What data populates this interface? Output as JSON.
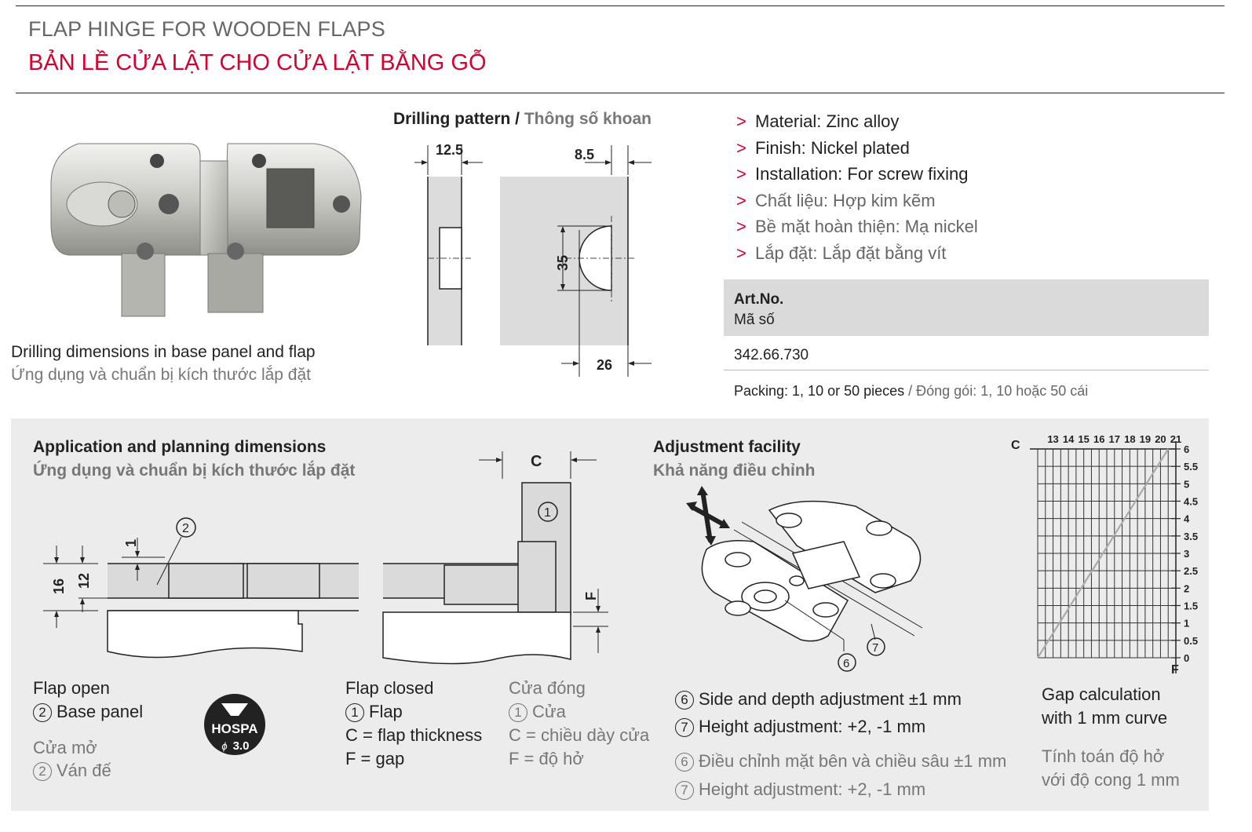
{
  "header": {
    "title_en": "FLAP HINGE FOR WOODEN FLAPS",
    "title_vi": "BẢN LỀ CỬA LẬT CHO CỬA LẬT BẰNG GỖ"
  },
  "product": {
    "caption_en": "Drilling dimensions in base panel and flap",
    "caption_vi": "Ứng dụng và chuẩn bị kích thước lắp đặt"
  },
  "drilling": {
    "heading_en": "Drilling pattern /",
    "heading_vi": "Thông số khoan",
    "dim_12_5": "12.5",
    "dim_8_5": "8.5",
    "dim_35": "35",
    "dim_26": "26"
  },
  "specs": {
    "items_en": [
      "Material: Zinc alloy",
      "Finish: Nickel plated",
      "Installation: For screw fixing"
    ],
    "items_vi": [
      "Chất liệu: Hợp kim kẽm",
      "Bề mặt hoàn thiện: Mạ nickel",
      "Lắp đặt: Lắp đặt bằng vít"
    ],
    "arrow": ">"
  },
  "article": {
    "label_en": "Art.No.",
    "label_vi": "Mã số",
    "number": "342.66.730",
    "packing_en": "Packing: 1, 10 or 50 pieces",
    "packing_vi": " / Đóng gói: 1, 10 hoặc 50 cái"
  },
  "application": {
    "heading_en": "Application and planning dimensions",
    "heading_vi": "Ứng dụng và chuẩn bị kích thước lắp đặt",
    "dim_1": "1",
    "dim_12": "12",
    "dim_16": "16",
    "dim_c": "C",
    "dim_f": "F",
    "num_1": "1",
    "num_2": "2",
    "open_en": "Flap open",
    "base_panel_en": "Base panel",
    "open_vi": "Cửa mở",
    "base_panel_vi": "Ván đế",
    "closed_en": "Flap closed",
    "flap_en": "Flap",
    "c_en": "C = flap thickness",
    "f_en": "F = gap",
    "closed_vi": "Cửa đóng",
    "flap_vi": "Cửa",
    "c_vi": "C = chiều dày cửa",
    "f_vi": "F = độ hở",
    "hospa_text": "HOSPA",
    "hospa_size": "3.0",
    "hospa_phi": "ϕ"
  },
  "adjustment": {
    "heading_en": "Adjustment facility",
    "heading_vi": "Khả năng điều chỉnh",
    "num_6": "6",
    "num_7": "7",
    "side_en": "Side and depth adjustment ±1 mm",
    "height_en": "Height adjustment: +2, -1 mm",
    "side_vi": "Điều chỉnh mặt bên và chiều sâu ±1 mm",
    "height_vi": "Height adjustment: +2, -1 mm"
  },
  "chart_data": {
    "type": "line",
    "xlabel": "C",
    "ylabel": "F",
    "x_ticks": [
      "13",
      "14",
      "15",
      "16",
      "17",
      "18",
      "19",
      "20",
      "21"
    ],
    "y_ticks": [
      "0",
      "0.5",
      "1",
      "1.5",
      "2",
      "2.5",
      "3",
      "3.5",
      "4",
      "4.5",
      "5",
      "5.5",
      "6"
    ],
    "xlim": [
      12,
      21
    ],
    "ylim": [
      0,
      6
    ],
    "series": [
      {
        "x": [
          12,
          20.5
        ],
        "y": [
          0,
          6
        ]
      }
    ],
    "caption_en": [
      "Gap calculation",
      "with 1 mm curve"
    ],
    "caption_vi": [
      "Tính toán độ hở",
      "với độ cong 1 mm"
    ],
    "line_color": "#aaaaaa"
  },
  "colors": {
    "accent": "#d7002e",
    "panel": "#ececec",
    "table_header": "#dadada"
  }
}
